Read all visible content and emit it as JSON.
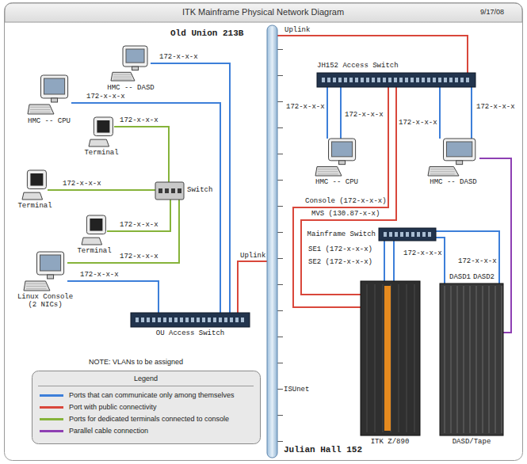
{
  "diagram": {
    "title": "ITK Mainframe Physical Network Diagram",
    "nodes": [
      {
        "text": [
          "HMC -- DASD"
        ]
      },
      {
        "text": [
          "HMC -- CPU"
        ]
      },
      {
        "text": [
          "Terminal"
        ]
      },
      {
        "text": [
          "Terminal"
        ]
      },
      {
        "text": [
          "Switch"
        ]
      },
      {
        "text": [
          "Terminal"
        ]
      },
      {
        "text": [
          "Linux Console (2 NICs)"
        ]
      },
      {
        "text": [
          "OU Access Switch"
        ]
      },
      {
        "text": [
          "ISUnet"
        ]
      },
      {
        "text": [
          "JH152 Access Switch"
        ]
      },
      {
        "text": [
          "HMC -- CPU"
        ]
      },
      {
        "text": [
          "HMC -- DASD"
        ]
      },
      {
        "text": [
          "Mainframe Switch"
        ]
      },
      {
        "text": [
          "ITK Z/890"
        ]
      },
      {
        "text": [
          "DASD1",
          "DASD2",
          "DASD/Tape"
        ]
      }
    ],
    "edges": [
      {
        "from": 0,
        "to": 7,
        "arrow": "none",
        "label": "172-x-x-x"
      },
      {
        "from": 1,
        "to": 7,
        "arrow": "none",
        "label": "172-x-x-x"
      },
      {
        "from": 2,
        "to": 4,
        "arrow": "none",
        "label": "172-x-x-x"
      },
      {
        "from": 3,
        "to": 4,
        "arrow": "none",
        "label": "172-x-x-x"
      },
      {
        "from": 5,
        "to": 4,
        "arrow": "none",
        "label": "172-x-x-x"
      },
      {
        "from": 6,
        "to": 4,
        "arrow": "none",
        "label": "172-x-x-x"
      },
      {
        "from": 6,
        "to": 7,
        "arrow": "none",
        "label": "172-x-x-x"
      },
      {
        "from": 7,
        "to": 8,
        "arrow": "none",
        "label": "Uplink"
      },
      {
        "from": 9,
        "to": 8,
        "arrow": "none",
        "label": "Uplink"
      },
      {
        "from": 10,
        "to": 9,
        "arrow": "none",
        "label": "172-x-x-x"
      },
      {
        "from": 10,
        "to": 9,
        "arrow": "none",
        "label": "172-x-x-x"
      },
      {
        "from": 11,
        "to": 9,
        "arrow": "none",
        "label": "172-x-x-x"
      },
      {
        "from": 11,
        "to": 9,
        "arrow": "none",
        "label": "172-x-x-x"
      },
      {
        "from": 9,
        "to": 13,
        "arrow": "none",
        "label": "Console (172-x-x-x)"
      },
      {
        "from": 9,
        "to": 13,
        "arrow": "none",
        "label": "MVS (130.87-x-x)"
      },
      {
        "from": 12,
        "to": 13,
        "arrow": "none",
        "label": "SE1 (172-x-x-x)"
      },
      {
        "from": 12,
        "to": 13,
        "arrow": "none",
        "label": "SE2 (172-x-x-x)"
      },
      {
        "from": 12,
        "to": 14,
        "arrow": "none",
        "label": "172-x-x-x"
      },
      {
        "from": 12,
        "to": 14,
        "arrow": "none",
        "label": "172-x-x-x"
      },
      {
        "from": 11,
        "to": 14,
        "arrow": "none"
      }
    ],
    "labels": [
      "9/17/08",
      "Old Union 213B",
      "NOTE: VLANs to be assigned",
      "Legend",
      "Julian Hall 152"
    ],
    "legend": [
      {
        "text": "Ports that can communicate only among themselves",
        "color": "#3d7fd9"
      },
      {
        "text": "Port with public connectivity",
        "color": "#d9473b"
      },
      {
        "text": "Ports for dedicated terminals connected to console",
        "color": "#86b33a"
      },
      {
        "text": "Parallel cable connection",
        "color": "#8e3fb3"
      }
    ]
  }
}
